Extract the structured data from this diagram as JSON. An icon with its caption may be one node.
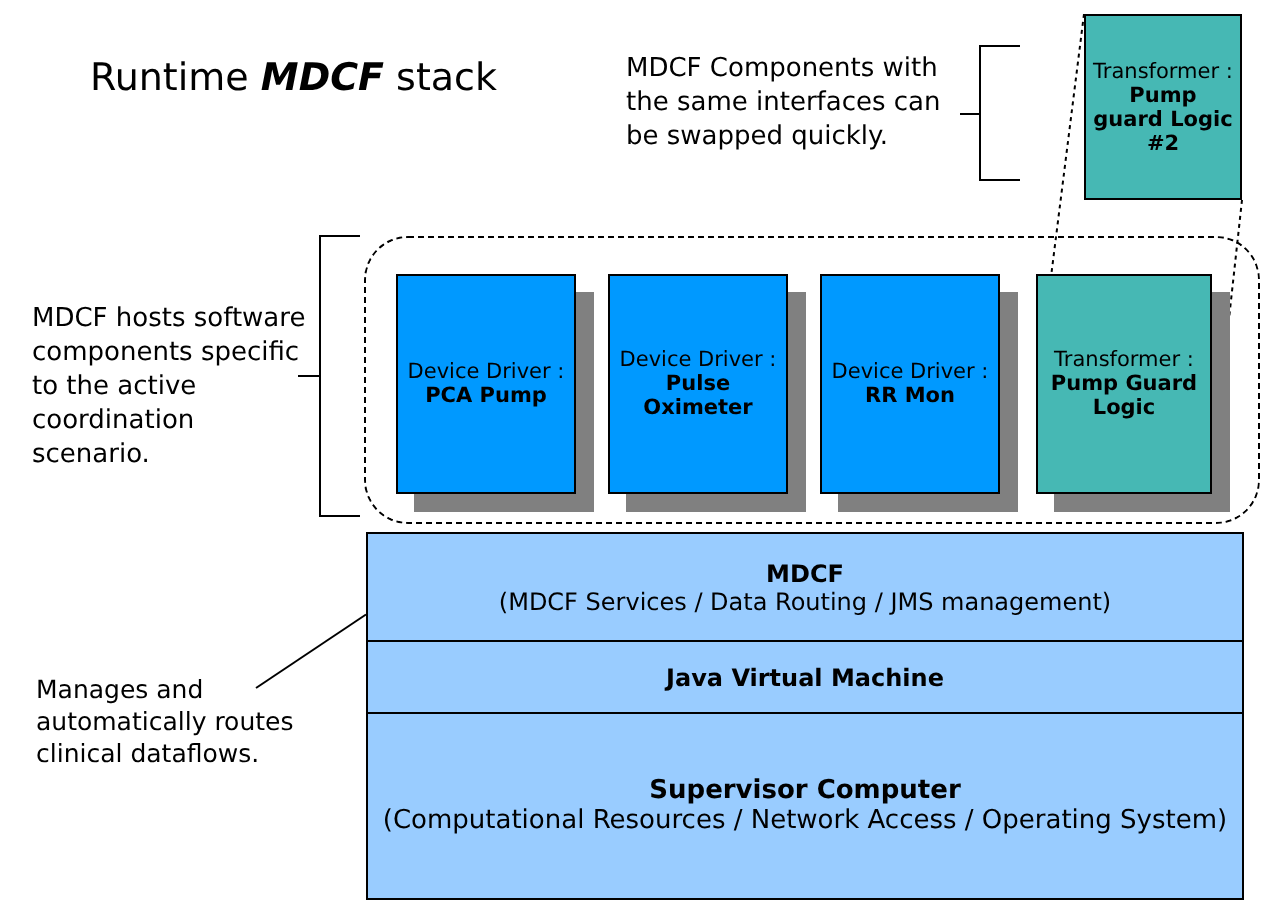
{
  "diagram": {
    "title": "Runtime **MDCF** stack",
    "nodes": [
      {
        "text": [],
        "shape": "box"
      },
      {
        "text": [
          "Device Driver :",
          "PCA Pump"
        ],
        "in": 0
      },
      {
        "text": [
          "Device Driver :",
          "Pulse Oximeter"
        ],
        "in": 0
      },
      {
        "text": [
          "Device Driver :",
          "RR Mon"
        ],
        "in": 0
      },
      {
        "text": [
          "Transformer :",
          "Pump Guard Logic"
        ],
        "in": 0
      },
      {
        "text": [
          "Transformer :",
          "Pump guard Logic #2"
        ]
      },
      {
        "text": [
          "MDCF",
          "(MDCF Services / Data Routing / JMS management)"
        ]
      },
      {
        "text": [
          "Java Virtual Machine"
        ]
      },
      {
        "text": [
          "Supervisor Computer",
          "(Computational Resources / Network Access / Operating System)"
        ]
      },
      {
        "text": [
          "Manages and automatically routes clinical dataflows."
        ]
      }
    ],
    "edges": [
      {
        "from": 5,
        "to": 4,
        "arrow": "none",
        "style": "dashed"
      },
      {
        "from": 5,
        "to": 4,
        "arrow": "none",
        "style": "dashed"
      },
      {
        "from": 9,
        "to": 6,
        "arrow": "none"
      }
    ],
    "labels": [
      "MDCF Components with the same interfaces can be swapped quickly.",
      "MDCF hosts software components specific to the active coordination scenario."
    ]
  }
}
